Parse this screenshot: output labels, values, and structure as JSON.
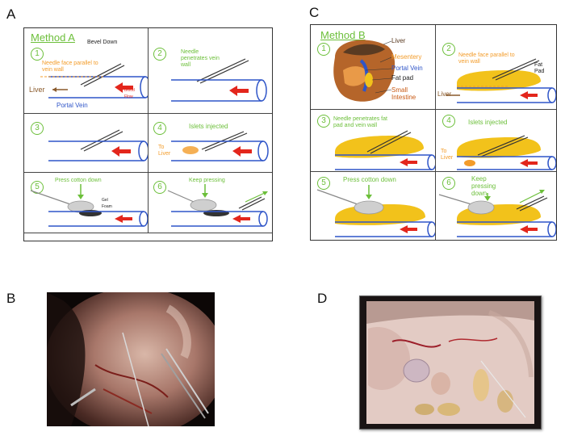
{
  "panels": {
    "a": "A",
    "b": "B",
    "c": "C",
    "d": "D"
  },
  "method_a": {
    "title": "Method A",
    "steps": [
      "1",
      "2",
      "3",
      "4",
      "5",
      "6"
    ],
    "s1": {
      "bevel": "Bevel Down",
      "needle_face": "Needle face parallel to vein wall",
      "blood_flow": "Blood Flow",
      "liver": "Liver",
      "portal_vein": "Portal Vein"
    },
    "s2": {
      "needle": "Needle penetrates vein wall"
    },
    "s4": {
      "islets": "Islets injected",
      "to_liver": "To Liver"
    },
    "s5": {
      "press": "Press cotton down",
      "gel": "Gel Foam"
    },
    "s6": {
      "keep": "Keep pressing"
    }
  },
  "method_b": {
    "title": "Method B",
    "steps": [
      "1",
      "2",
      "3",
      "4",
      "5",
      "6"
    ],
    "s1": {
      "liver": "Liver",
      "mesentery": "Mesentery",
      "portal_vein": "Portal Vein",
      "fat_pad": "Fat pad",
      "small_intestine": "Small Intestine"
    },
    "s2": {
      "needle_face": "Needle face parallel to vein wall",
      "fat_pad": "Fat Pad",
      "liver": "Liver"
    },
    "s3": {
      "needle": "Needle penetrates fat pad and vein wall"
    },
    "s4": {
      "islets": "Islets injected",
      "to_liver": "To Liver"
    },
    "s5": {
      "press": "Press cotton down"
    },
    "s6": {
      "keep": "Keep pressing down"
    }
  },
  "colors": {
    "green": "#6cbf3a",
    "orange": "#f39c2a",
    "blue": "#2f55c8",
    "red": "#e3261c",
    "fat": "#f2c21b"
  }
}
